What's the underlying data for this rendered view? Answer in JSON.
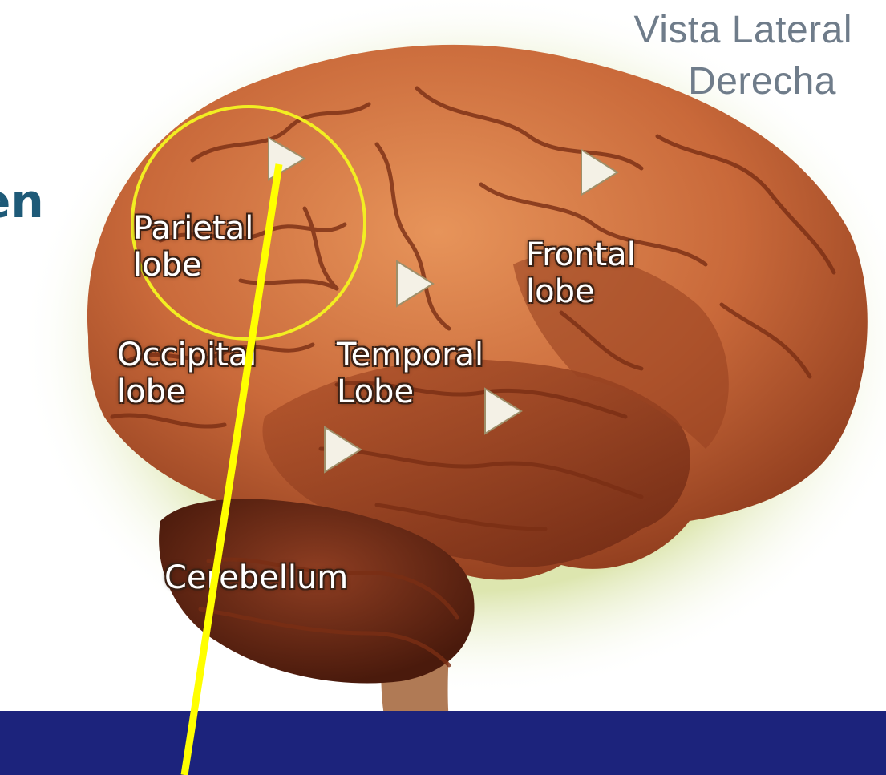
{
  "header": {
    "title_line1": "Vista Lateral",
    "title_line2": "Derecha"
  },
  "side_text": "en",
  "labels": {
    "parietal": {
      "line1": "Parietal",
      "line2": "lobe"
    },
    "frontal": {
      "line1": "Frontal",
      "line2": "lobe"
    },
    "occipital": {
      "line1": "Occipital",
      "line2": "lobe"
    },
    "temporal": {
      "line1": "Temporal",
      "line2": "Lobe"
    },
    "cerebellum": {
      "line1": "Cerebellum"
    }
  },
  "colors": {
    "brain": "#c9693a",
    "brain_dark": "#7a2e14",
    "halo": "#d9e3a6",
    "highlight_circle": "#f2ee22",
    "pointer_line": "#ffff00",
    "bottom_bar": "#1c237c",
    "title_text": "#6f7c8a",
    "side_text": "#1e5a78"
  }
}
